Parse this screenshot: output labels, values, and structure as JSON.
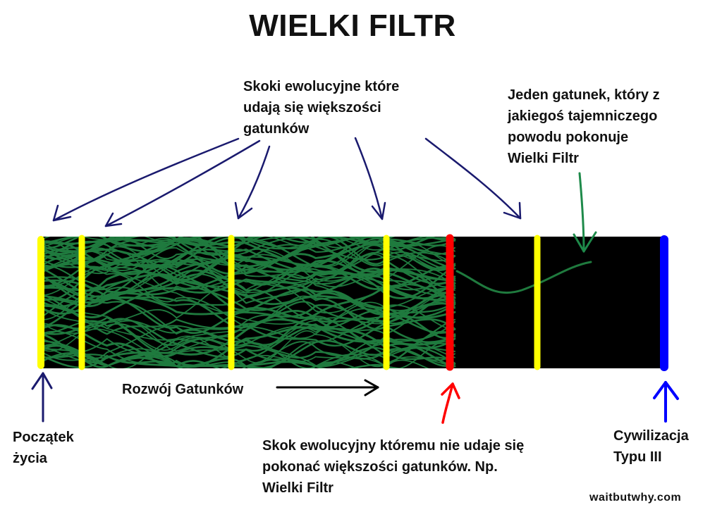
{
  "title": "WIELKI FILTR",
  "labels": {
    "common_jumps": "Skoki ewolucyjne które\nudają się większości\n gatunków",
    "one_species": "Jeden gatunek, który z\njakiegoś tajemniczego\npowodu pokonuje\nWielki Filtr",
    "start_of_life": "Początek\nżycia",
    "great_filter_jump": "Skok ewolucyjny któremu nie udaje się\npokonać większości gatunków. Np.\nWielki Filtr",
    "type_three": "Cywilizacja\nTypu III",
    "development": "Rozwój Gatunków"
  },
  "watermark": "waitbutwhy.com",
  "colors": {
    "band": "#000000",
    "strands": "#1f7a3e",
    "jump_marker": "#ffff00",
    "filter_marker": "#ff0000",
    "civilization_marker": "#0000ff",
    "arrow_blue": "#1a1a6e",
    "arrow_green": "#1e8a4a",
    "arrow_red": "#ff0000"
  }
}
